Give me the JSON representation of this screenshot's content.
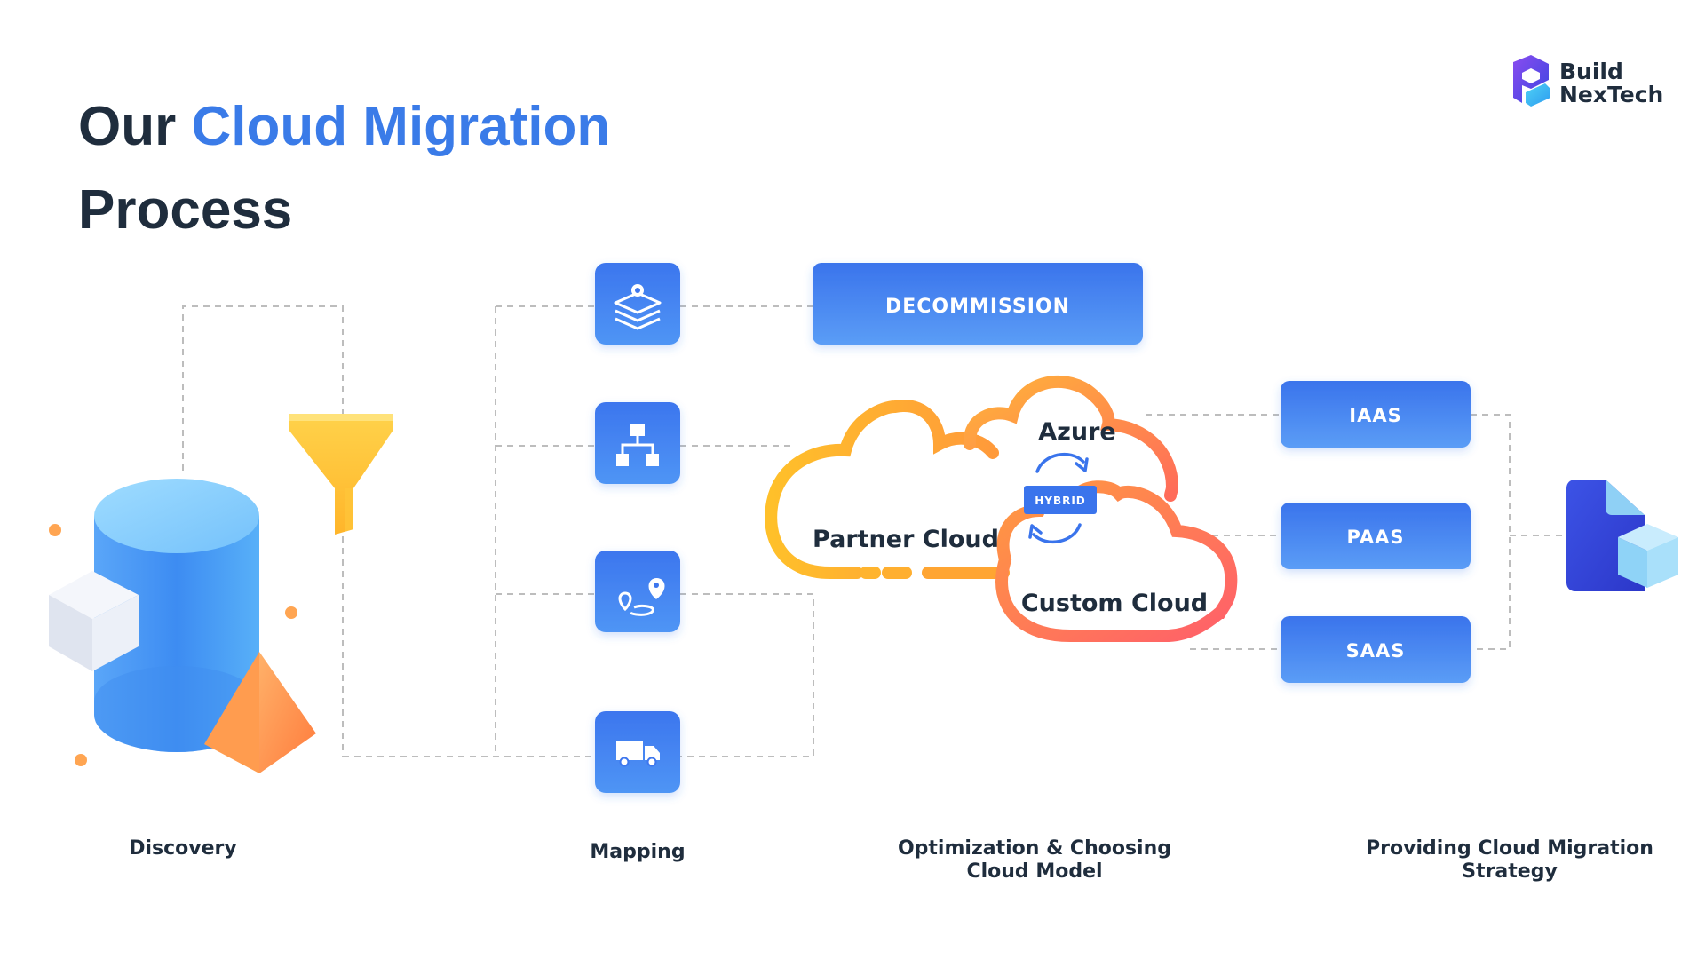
{
  "title": {
    "prefix": "Our",
    "highlight": "Cloud Migration",
    "line2": "Process"
  },
  "logo": {
    "line1": "Build",
    "line2": "NexTech"
  },
  "actions": {
    "decommission": "DECOMMISSION"
  },
  "clouds": {
    "azure": "Azure",
    "partner": "Partner Cloud",
    "custom": "Custom Cloud",
    "hybrid": "HYBRID"
  },
  "services": {
    "iaas": "IAAS",
    "paas": "PAAS",
    "saas": "SAAS"
  },
  "stages": {
    "discovery": "Discovery",
    "mapping": "Mapping",
    "optimization_line1": "Optimization & Choosing",
    "optimization_line2": "Cloud Model",
    "strategy_line1": "Providing Cloud Migration",
    "strategy_line2": "Strategy"
  },
  "icons": [
    "gear-stack-icon",
    "hierarchy-icon",
    "route-pin-icon",
    "truck-icon",
    "database-icon",
    "funnel-icon",
    "document-box-icon",
    "sync-arrows-icon"
  ],
  "colors": {
    "accent": "#3a7be8",
    "tile": "#3f7ef0",
    "cloud_yellow": "#ffc12e",
    "cloud_orange": "#ff7a52",
    "text": "#1f2d3d"
  }
}
